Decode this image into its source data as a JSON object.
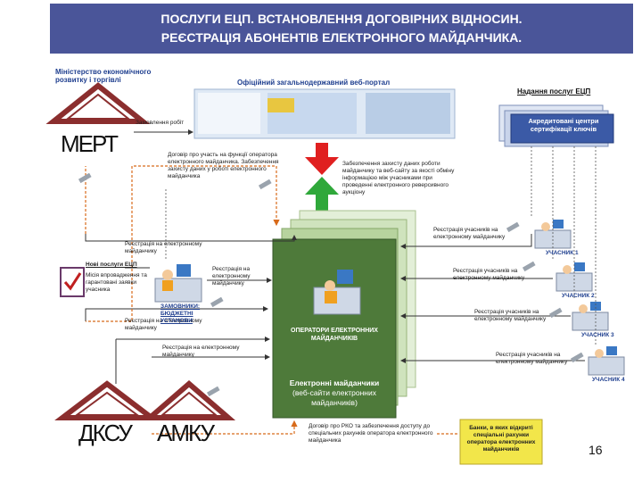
{
  "header": {
    "line1": "ПОСЛУГИ ЕЦП. ВСТАНОВЛЕННЯ ДОГОВІРНИХ ВІДНОСИН.",
    "line2": "РЕЄСТРАЦІЯ АБОНЕНТІВ ЕЛЕКТРОННОГО МАЙДАНЧИКА."
  },
  "mert": {
    "ministry_line1": "Міністерство економічного",
    "ministry_line2": "розвитку і торгівлі",
    "label": "МЕРТ"
  },
  "portal": {
    "title": "Офіційний загальнодержавний веб-портал",
    "request_label": "Замовлення робіт"
  },
  "ecp": {
    "title": "Надання послуг ЕЦП",
    "centers": "Акредитовані центри сертифікації ключів"
  },
  "notes": {
    "contract_mert": "Договір про участь на функції оператора електронного майданчика. Забезпечення захисту даних у роботі електронного майданчика",
    "operators_security": "Забезпечення захисту даних роботи майданчику та веб-сайту за якості обміну інформацією між учасниками при проведенні електронного реверсивного аукціону",
    "reg_mert": "Реєстрація на електронному майданчику",
    "reg_zamovnyk_ecp": "Нові послуги ЕЦП",
    "zamovnyk_docs": "Місія впровадження та гарантовані заявки учасника",
    "reg_zamovnyk": "Реєстрація на електронному майданчику",
    "reg_zamovnyk2": "Реєстрація на електронному майданчику",
    "reg_dksu": "Реєстрація на електронному майданчику",
    "contract_dksu": "Договір про РКО та забезпечення доступу до спеціальних рахунків оператора електронного майданчика",
    "accounts_box": "Банки, в яких відкриті спеціальні рахунки оператора електронних майданчиків"
  },
  "participants": [
    {
      "label": "УЧАСНИК 1",
      "reg": "Реєстрація учасників на електронному майданчику"
    },
    {
      "label": "УЧАСНИК 2",
      "reg": "Реєстрація учасників на електронному майданчику"
    },
    {
      "label": "УЧАСНИК 3",
      "reg": "Реєстрація учасників на електронному майданчику"
    },
    {
      "label": "УЧАСНИК 4",
      "reg": "Реєстрація учасників на електронному майданчику"
    }
  ],
  "zamovnyky": "ЗАМОВНИКИ: БЮДЖЕТНІ УСТАНОВИ",
  "operators": "ОПЕРАТОРИ ЕЛЕКТРОННИХ МАЙДАНЧИКІВ",
  "platforms_line1": "Електронні майданчики",
  "platforms_line2": "(веб-сайти електронних майданчиків)",
  "dksu": "ДКСУ",
  "amku": "АМКУ",
  "page_number": "16",
  "colors": {
    "header_bg": "#4a5599",
    "platform_green": "#4e7a3a",
    "arrow_red": "#e02020",
    "arrow_green": "#2fa83a",
    "ecp_box": "#3b5aa6",
    "accounts_box": "#f2e64a"
  }
}
